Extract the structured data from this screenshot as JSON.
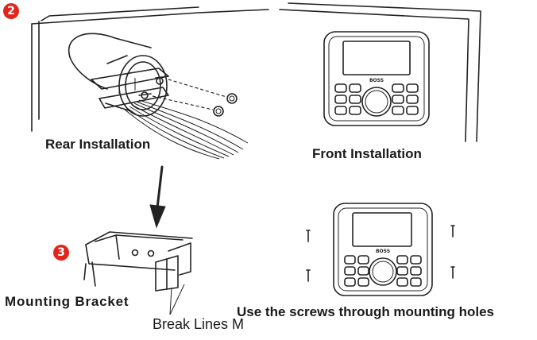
{
  "steps": {
    "step2_number": "2",
    "step3_number": "3"
  },
  "captions": {
    "rear_installation": "Rear  Installation",
    "front_installation": "Front  Installation",
    "mounting_bracket": "Mounting  Bracket",
    "break_lines": "Break Lines M",
    "screws_instruction": "Use the screws through mounting holes"
  },
  "device": {
    "brand_logo_text": "BOSS"
  },
  "colors": {
    "step_badge": "#e3241b",
    "line_art": "#222222"
  }
}
